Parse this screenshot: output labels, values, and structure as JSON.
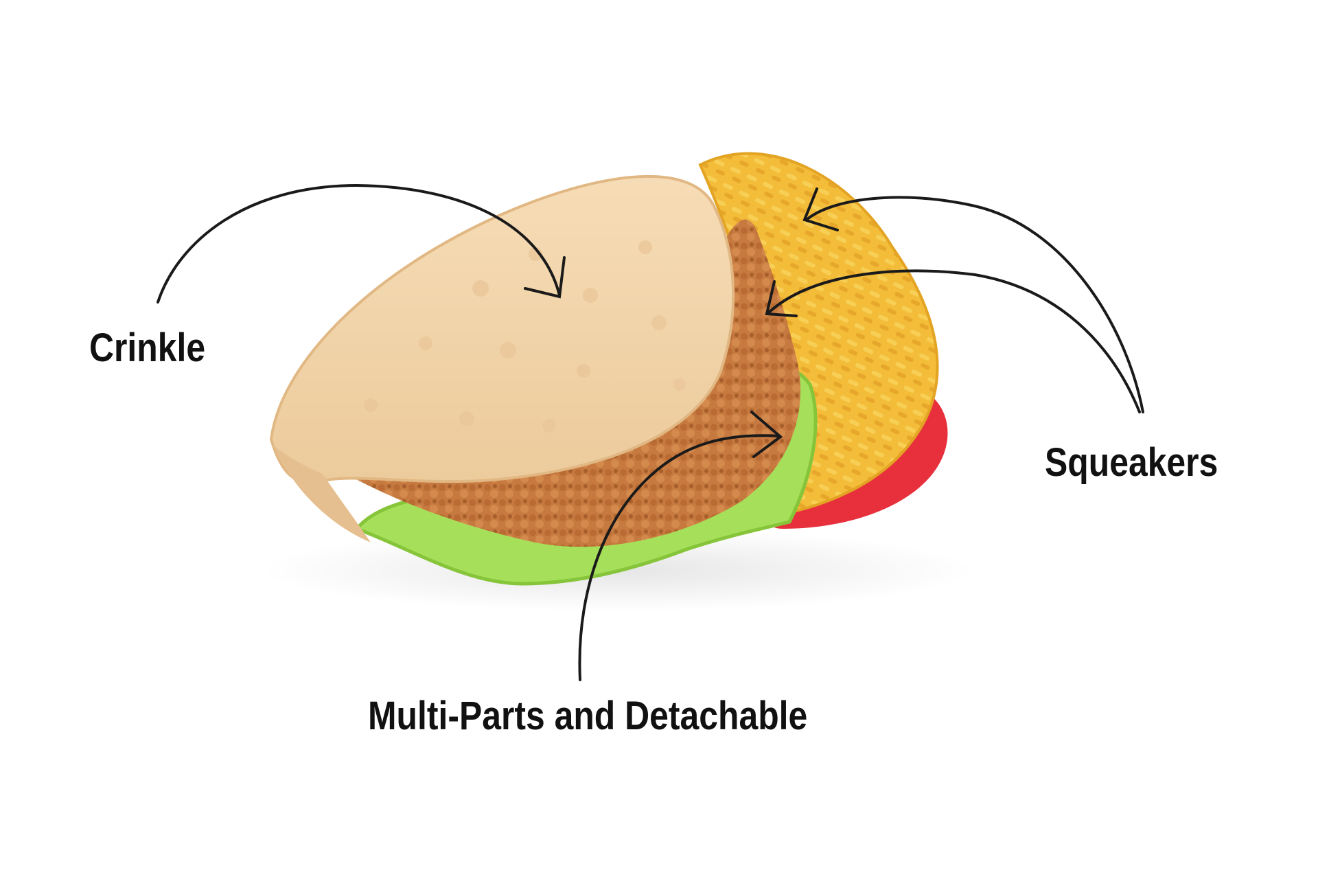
{
  "callouts": {
    "crinkle": "Crinkle",
    "squeakers": "Squeakers",
    "multi_parts": "Multi-Parts and Detachable"
  },
  "colors": {
    "tortilla": "#f4d6ad",
    "tortilla_shadow": "#e6bf90",
    "patty": "#c77a3f",
    "patty_dark": "#a9602c",
    "lettuce": "#a6e05a",
    "lettuce_dark": "#86c43a",
    "fries": "#f3bd3a",
    "fries_dark": "#e3a323",
    "tomato": "#e8303d",
    "arrow": "#1a1a1a"
  }
}
